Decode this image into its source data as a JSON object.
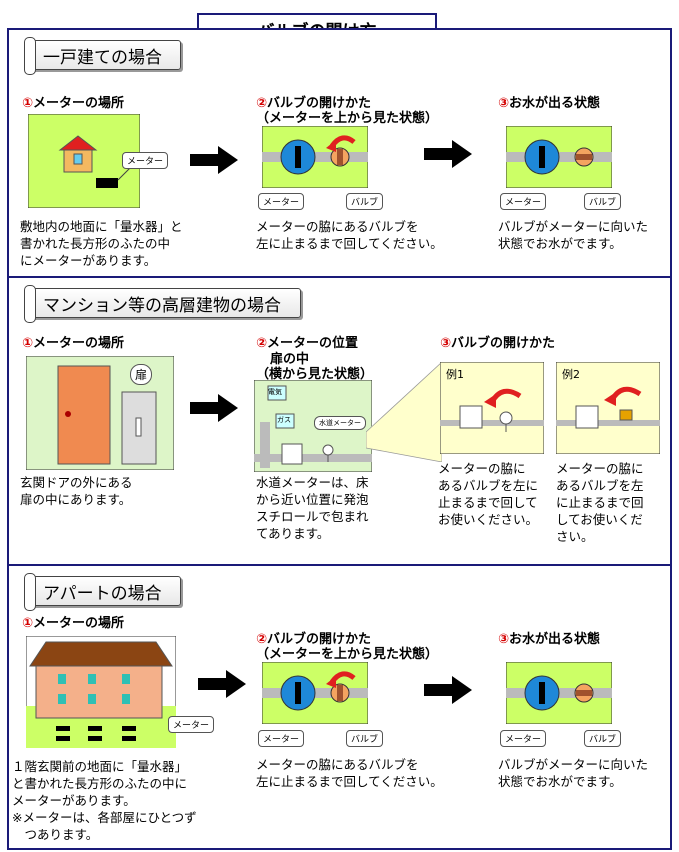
{
  "page_title": "バルブの開け方",
  "sections": [
    {
      "title": "一戸建ての場合",
      "steps": [
        {
          "num": "①",
          "label": "メーターの場所",
          "desc": [
            "敷地内の地面に「量水器」と",
            "書かれた長方形のふたの中",
            "にメーターがあります。"
          ],
          "callouts": [
            "メーター"
          ]
        },
        {
          "num": "②",
          "label": "バルブの開けかた",
          "sub": "（メーターを上から見た状態）",
          "desc": [
            "メーターの脇にあるバルブを",
            "左に止まるまで回してください。"
          ],
          "callouts": [
            "メーター",
            "バルブ"
          ]
        },
        {
          "num": "③",
          "label": "お水が出る状態",
          "desc": [
            "バルブがメーターに向いた",
            "状態でお水がでます。"
          ],
          "callouts": [
            "メーター",
            "バルブ"
          ]
        }
      ]
    },
    {
      "title": "マンション等の高層建物の場合",
      "steps": [
        {
          "num": "①",
          "label": "メーターの場所",
          "desc": [
            "玄関ドアの外にある",
            "扉の中にあります。"
          ],
          "callouts": [
            "扉"
          ]
        },
        {
          "num": "②",
          "label": "メーターの位置",
          "sub1": "扉の中",
          "sub": "（横から見た状態）",
          "desc": [
            "水道メーターは、床",
            "から近い位置に発泡",
            "スチロールで包まれ",
            "てあります。"
          ],
          "callouts": [
            "電気",
            "ガス",
            "水道メーター"
          ]
        },
        {
          "num": "③",
          "label": "バルブの開けかた",
          "examples": [
            {
              "label": "例1",
              "desc": [
                "メーターの脇に",
                "あるバルブを左に",
                "止まるまで回して",
                "お使いください。"
              ]
            },
            {
              "label": "例2",
              "desc": [
                "メーターの脇に",
                "あるバルブを左",
                "に止まるまで回",
                "してお使いくだ",
                "さい。"
              ]
            }
          ]
        }
      ]
    },
    {
      "title": "アパートの場合",
      "steps": [
        {
          "num": "①",
          "label": "メーターの場所",
          "desc": [
            "１階玄関前の地面に「量水器」",
            "と書かれた長方形のふたの中に",
            "メーターがあります。",
            "※メーターは、各部屋にひとつず",
            "　つあります。"
          ],
          "callouts": [
            "メーター"
          ]
        },
        {
          "num": "②",
          "label": "バルブの開けかた",
          "sub": "（メーターを上から見た状態）",
          "desc": [
            "メーターの脇にあるバルブを",
            "左に止まるまで回してください。"
          ],
          "callouts": [
            "メーター",
            "バルブ"
          ]
        },
        {
          "num": "③",
          "label": "お水が出る状態",
          "desc": [
            "バルブがメーターに向いた",
            "状態でお水がでます。"
          ],
          "callouts": [
            "メーター",
            "バルブ"
          ]
        }
      ]
    }
  ],
  "colors": {
    "frame": "#1a1a78",
    "accent_red": "#d40000",
    "grass": "#ccff66",
    "meter_blue": "#1e88d8",
    "valve_brown": "#a0522d"
  }
}
